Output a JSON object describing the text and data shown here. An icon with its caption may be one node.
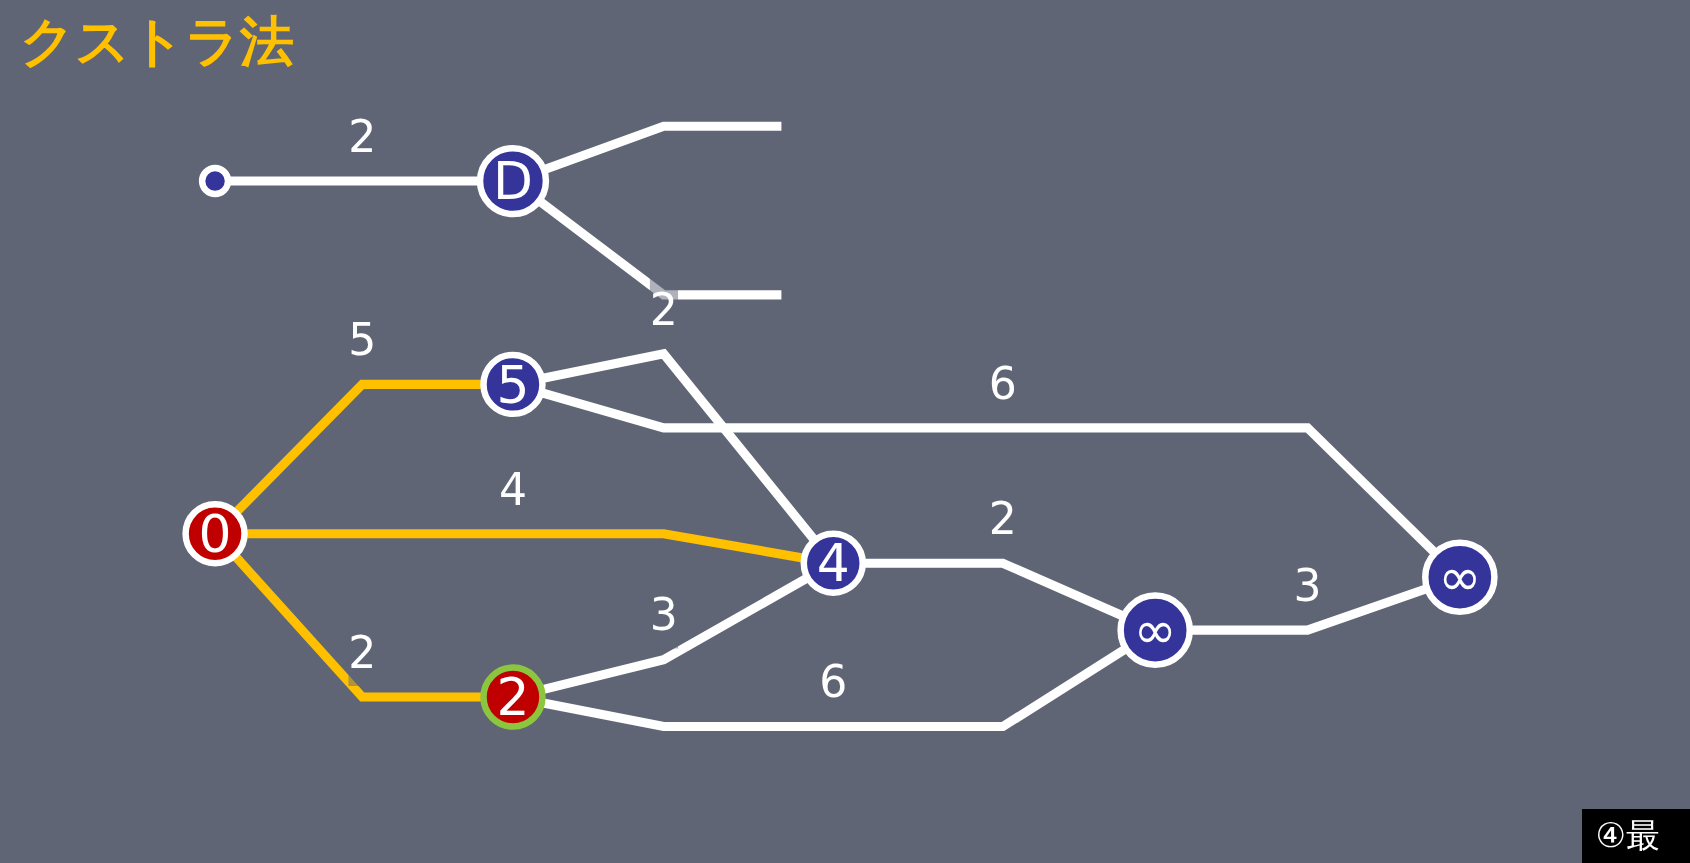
{
  "diagram": {
    "title": "クストラ法",
    "nodes": [
      {
        "text": [
          "0"
        ]
      },
      {
        "text": [
          "5"
        ]
      },
      {
        "text": [
          "4"
        ]
      },
      {
        "text": [
          "2"
        ]
      },
      {
        "text": [
          "∞"
        ]
      },
      {
        "text": [
          "∞"
        ]
      },
      {
        "text": [
          "D"
        ]
      },
      {
        "text": [],
        "shape": "circle"
      }
    ],
    "edges": [
      {
        "from": 0,
        "to": 1,
        "arrow": "none",
        "label": "5",
        "color": "#ffc000"
      },
      {
        "from": 0,
        "to": 2,
        "arrow": "none",
        "label": "4",
        "color": "#ffc000"
      },
      {
        "from": 0,
        "to": 3,
        "arrow": "none",
        "label": "2",
        "color": "#ffc000"
      },
      {
        "from": 1,
        "to": 2,
        "arrow": "none",
        "label": "2"
      },
      {
        "from": 1,
        "to": 5,
        "arrow": "none",
        "label": "6"
      },
      {
        "from": 3,
        "to": 2,
        "arrow": "none",
        "label": "3"
      },
      {
        "from": 3,
        "to": 4,
        "arrow": "none",
        "label": "6"
      },
      {
        "from": 2,
        "to": 4,
        "arrow": "none",
        "label": "2"
      },
      {
        "from": 4,
        "to": 5,
        "arrow": "none",
        "label": "3"
      },
      {
        "from": 7,
        "to": 6,
        "arrow": "none",
        "label": "2"
      },
      {
        "from": 6,
        "to": null,
        "arrow": "none"
      },
      {
        "from": 6,
        "to": null,
        "arrow": "none"
      }
    ],
    "labels": [
      "④最"
    ]
  }
}
